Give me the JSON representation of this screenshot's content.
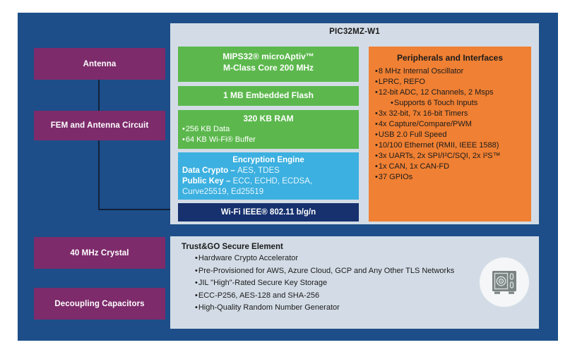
{
  "board": {
    "background_color": "#1d4e89"
  },
  "left_blocks": [
    {
      "label": "Antenna",
      "name": "antenna"
    },
    {
      "label": "FEM and Antenna Circuit",
      "name": "fem-and-antenna-circuit"
    },
    {
      "label": "40 MHz Crystal",
      "name": "40mhz-crystal"
    },
    {
      "label": "Decoupling Capacitors",
      "name": "decoupling-capacitors"
    }
  ],
  "chip": {
    "title": "PIC32MZ-W1",
    "background_color": "#d3dce6",
    "core": {
      "line1": "MIPS32® microAptiv™",
      "line2": "M-Class Core 200 MHz",
      "color": "#5cb84d"
    },
    "flash": {
      "title": "1 MB Embedded Flash",
      "color": "#5cb84d"
    },
    "ram": {
      "title": "320 KB RAM",
      "color": "#5cb84d",
      "bullets": [
        "256 KB Data",
        "64 KB Wi-Fi® Buffer"
      ]
    },
    "crypto": {
      "title": "Encryption Engine",
      "color": "#3cb0e0",
      "data_crypto_label": "Data Crypto – ",
      "data_crypto_value": "AES, TDES",
      "public_key_label": "Public Key – ",
      "public_key_value": "ECC, ECHD, ECDSA,  Curve25519, Ed25519"
    },
    "wifi": {
      "title": "Wi-Fi IEEE® 802.11 b/g/n",
      "color": "#16316e"
    },
    "peripherals": {
      "title": "Peripherals and Interfaces",
      "color": "#f08033",
      "bullets": [
        {
          "text": "8 MHz Internal Oscillator",
          "indent": false
        },
        {
          "text": "LPRC, REFO",
          "indent": false
        },
        {
          "text": "12-bit ADC, 12 Channels, 2 Msps",
          "indent": false
        },
        {
          "text": "Supports 6 Touch Inputs",
          "indent": true
        },
        {
          "text": "3x 32-bit, 7x 16-bit Timers",
          "indent": false
        },
        {
          "text": "4x Capture/Compare/PWM",
          "indent": false
        },
        {
          "text": "USB 2.0 Full Speed",
          "indent": false
        },
        {
          "text": "10/100 Ethernet (RMII, IEEE 1588)",
          "indent": false
        },
        {
          "text": "3x UARTs, 2x SPI/I²C/SQI, 2x I²S™",
          "indent": false
        },
        {
          "text": "1x CAN, 1x CAN-FD",
          "indent": false
        },
        {
          "text": "37 GPIOs",
          "indent": false
        }
      ]
    }
  },
  "trustgo": {
    "title": "Trust&GO Secure Element",
    "background_color": "#d3dce6",
    "bullets": [
      "Hardware Crypto Accelerator",
      "Pre-Provisioned for AWS, Azure Cloud, GCP and Any Other TLS Networks",
      "JIL \"High\"-Rated Secure Key Storage",
      "ECC-P256, AES-128 and SHA-256",
      "High-Quality Random Number Generator"
    ],
    "icon": "safe-vault-icon"
  }
}
